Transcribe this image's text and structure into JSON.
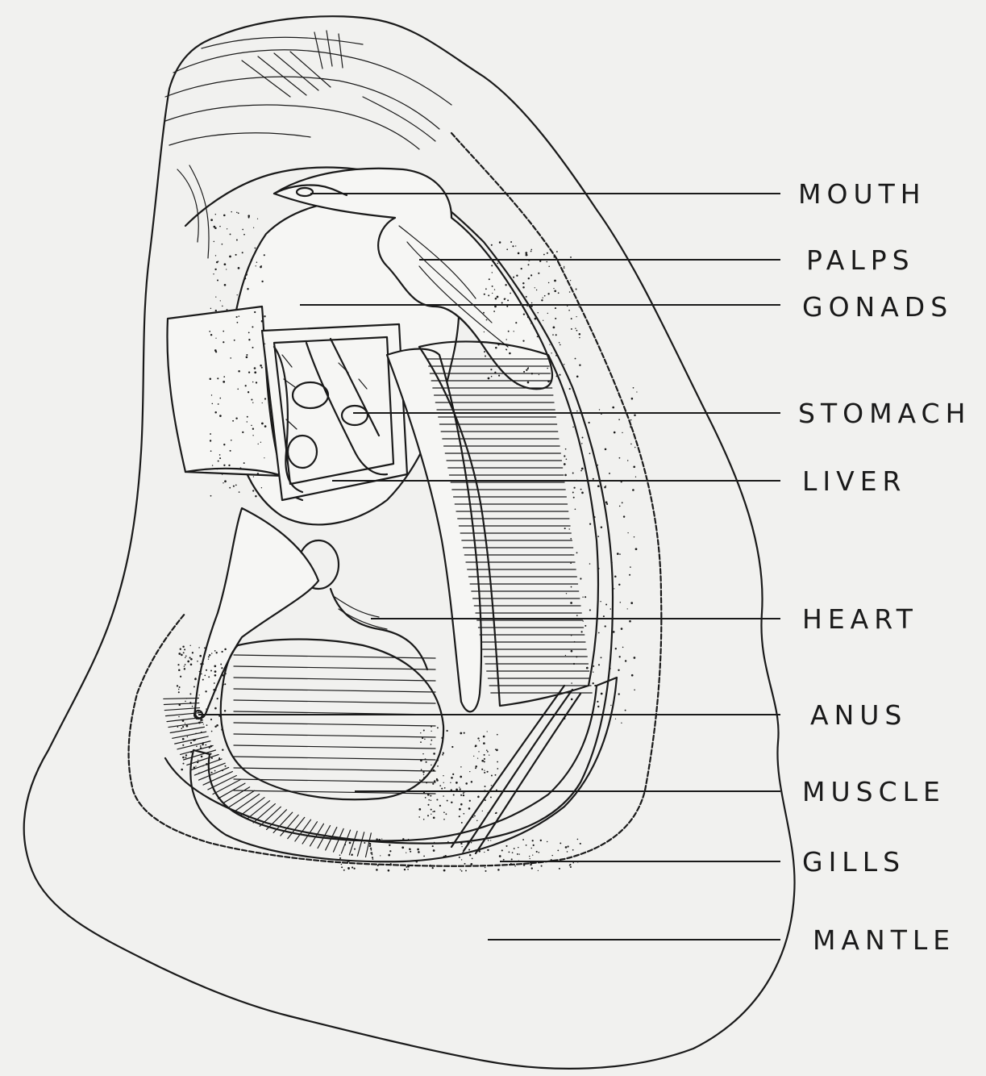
{
  "diagram": {
    "labels": [
      {
        "id": "mouth",
        "text": "MOUTH"
      },
      {
        "id": "palps",
        "text": "PALPS"
      },
      {
        "id": "gonads",
        "text": "GONADS"
      },
      {
        "id": "stomach",
        "text": "STOMACH"
      },
      {
        "id": "liver",
        "text": "LIVER"
      },
      {
        "id": "heart",
        "text": "HEART"
      },
      {
        "id": "anus",
        "text": "ANUS"
      },
      {
        "id": "muscle",
        "text": "MUSCLE"
      },
      {
        "id": "gills",
        "text": "GILLS"
      },
      {
        "id": "mantle",
        "text": "MANTLE"
      }
    ]
  },
  "colors": {
    "paper": "#f1f1ef",
    "ink": "#1a1a1a"
  }
}
